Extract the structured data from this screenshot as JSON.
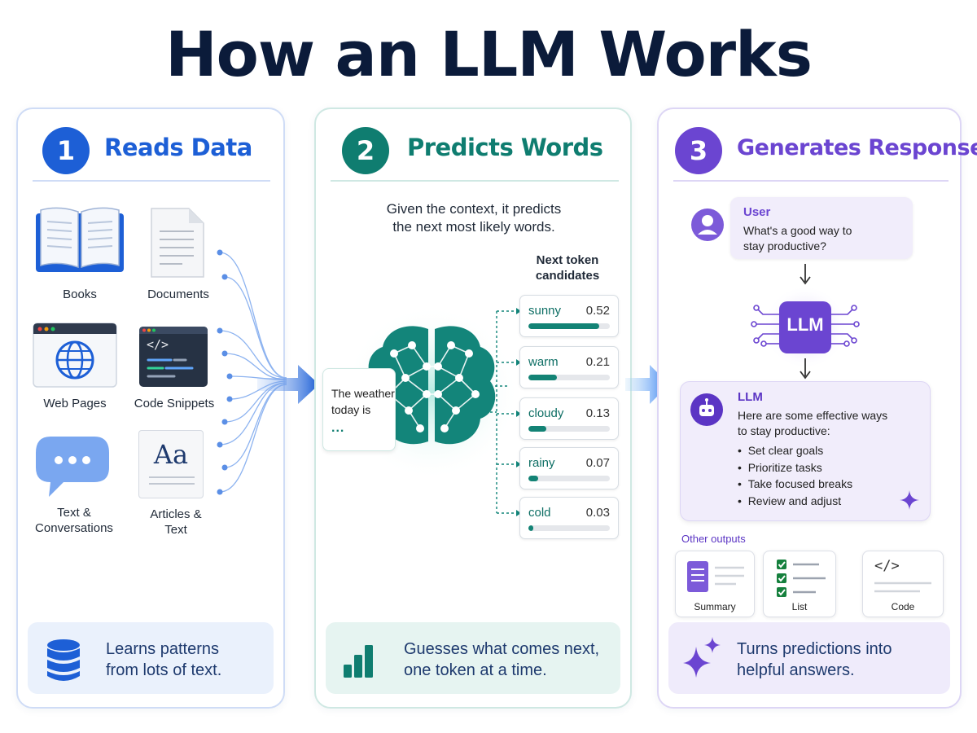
{
  "title": "How an LLM Works",
  "steps": [
    {
      "number": "1",
      "title": "Reads Data",
      "sources": [
        "Books",
        "Documents",
        "Web Pages",
        "Code Snippets",
        "Text &",
        "Conversations",
        "Articles &",
        "Text"
      ],
      "source_icons": [
        "book-icon",
        "document-icon",
        "web-page-icon",
        "code-window-icon",
        "chat-bubble-icon",
        "typography-icon"
      ],
      "footer": [
        "Learns patterns",
        "from lots of text."
      ],
      "footer_icon": "database-icon",
      "code_icon_text": "</>",
      "typography_text": "Aa",
      "color": "#1d5fd6"
    },
    {
      "number": "2",
      "title": "Predicts Words",
      "description": [
        "Given the context, it predicts",
        "the next most likely words."
      ],
      "context_text": [
        "The weather",
        "today is",
        "..."
      ],
      "candidates_heading": [
        "Next token",
        "candidates"
      ],
      "candidates": [
        {
          "word": "sunny",
          "prob": "0.52",
          "value": 0.52
        },
        {
          "word": "warm",
          "prob": "0.21",
          "value": 0.21
        },
        {
          "word": "cloudy",
          "prob": "0.13",
          "value": 0.13
        },
        {
          "word": "rainy",
          "prob": "0.07",
          "value": 0.07
        },
        {
          "word": "cold",
          "prob": "0.03",
          "value": 0.03
        }
      ],
      "footer": [
        "Guesses what comes next,",
        "one token at a time."
      ],
      "footer_icon": "bar-chart-icon",
      "color": "#0f7d70"
    },
    {
      "number": "3",
      "title": "Generates Responses",
      "user_label": "User",
      "user_message": [
        "What's a good way to",
        "stay productive?"
      ],
      "chip_label": "LLM",
      "llm_label": "LLM",
      "llm_intro": [
        "Here are some effective ways",
        "to stay productive:"
      ],
      "llm_bullets": [
        "Set clear goals",
        "Prioritize tasks",
        "Take focused breaks",
        "Review and adjust"
      ],
      "other_outputs_label": "Other outputs",
      "outputs": [
        "Summary",
        "List",
        "Code"
      ],
      "code_output_icon_text": "</>",
      "footer": [
        "Turns predictions into",
        "helpful answers."
      ],
      "footer_icon": "sparkle-icon",
      "color": "#6b45d1"
    }
  ]
}
